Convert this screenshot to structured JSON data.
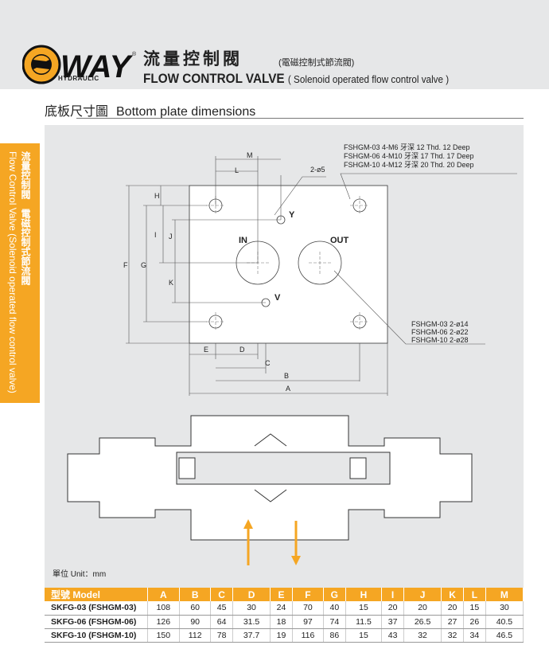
{
  "header": {
    "brand": "WAY",
    "brand_sub": "HYDRAULIC",
    "registered": "®",
    "title_zh": "流量控制閥",
    "title_zh_sub": "(電磁控制式節流閥)",
    "title_en": "FLOW CONTROL VALVE",
    "title_en_sub": "( Solenoid operated flow control valve )"
  },
  "section": {
    "title_zh": "底板尺寸圖",
    "title_en": "Bottom plate dimensions"
  },
  "side_tab": {
    "text_zh": "流量控制閥　電磁控制式節流閥",
    "text_en": "Flow Control Valve (Solenoid operated flow control valve)"
  },
  "drawing": {
    "thread_notes": [
      "FSHGM-03   4-M6 牙深 12 Thd. 12 Deep",
      "FSHGM-06   4-M10 牙深 17 Thd. 17 Deep",
      "FSHGM-10   4-M12 牙深 20 Thd. 20 Deep"
    ],
    "port_notes": [
      "FSHGM-03   2-ø14",
      "FSHGM-06   2-ø22",
      "FSHGM-10   2-ø28"
    ],
    "pin_note": "2-ø5",
    "port_in": "IN",
    "port_out": "OUT",
    "port_y": "Y",
    "port_v": "V",
    "dims": {
      "A": "A",
      "B": "B",
      "C": "C",
      "D": "D",
      "E": "E",
      "F": "F",
      "G": "G",
      "H": "H",
      "I": "I",
      "J": "J",
      "K": "K",
      "L": "L",
      "M": "M"
    }
  },
  "unit": "單位 Unit：mm",
  "colors": {
    "accent": "#f5a623",
    "panel": "#e6e7e8"
  },
  "table": {
    "headers": [
      "型號 Model",
      "A",
      "B",
      "C",
      "D",
      "E",
      "F",
      "G",
      "H",
      "I",
      "J",
      "K",
      "L",
      "M"
    ],
    "rows": [
      [
        "SKFG-03 (FSHGM-03)",
        "108",
        "60",
        "45",
        "30",
        "24",
        "70",
        "40",
        "15",
        "20",
        "20",
        "20",
        "15",
        "30"
      ],
      [
        "SKFG-06 (FSHGM-06)",
        "126",
        "90",
        "64",
        "31.5",
        "18",
        "97",
        "74",
        "11.5",
        "37",
        "26.5",
        "27",
        "26",
        "40.5"
      ],
      [
        "SKFG-10 (FSHGM-10)",
        "150",
        "112",
        "78",
        "37.7",
        "19",
        "116",
        "86",
        "15",
        "43",
        "32",
        "32",
        "34",
        "46.5"
      ]
    ]
  }
}
